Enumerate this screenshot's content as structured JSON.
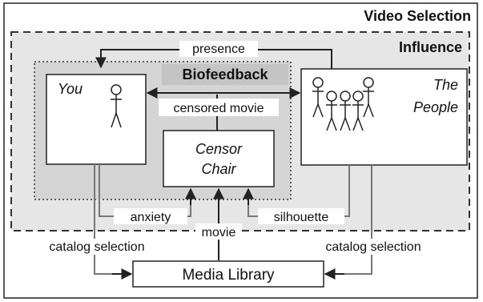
{
  "title": "Video Selection",
  "regions": {
    "influence": "Influence",
    "biofeedback": "Biofeedback"
  },
  "nodes": {
    "you": "You",
    "people_line1": "The",
    "people_line2": "People",
    "censor_line1": "Censor",
    "censor_line2": "Chair",
    "library": "Media Library"
  },
  "edges": {
    "presence": "presence",
    "censored_movie": "censored movie",
    "anxiety": "anxiety",
    "silhouette": "silhouette",
    "movie": "movie",
    "catalog_left": "catalog selection",
    "catalog_right": "catalog selection"
  },
  "colors": {
    "outer_bg": "#ffffff",
    "influence_bg": "#e6e6e6",
    "biofeedback_bg": "#d5d5d5",
    "node_bg": "#ffffff",
    "stroke": "#222222",
    "gray_line": "#777777"
  }
}
